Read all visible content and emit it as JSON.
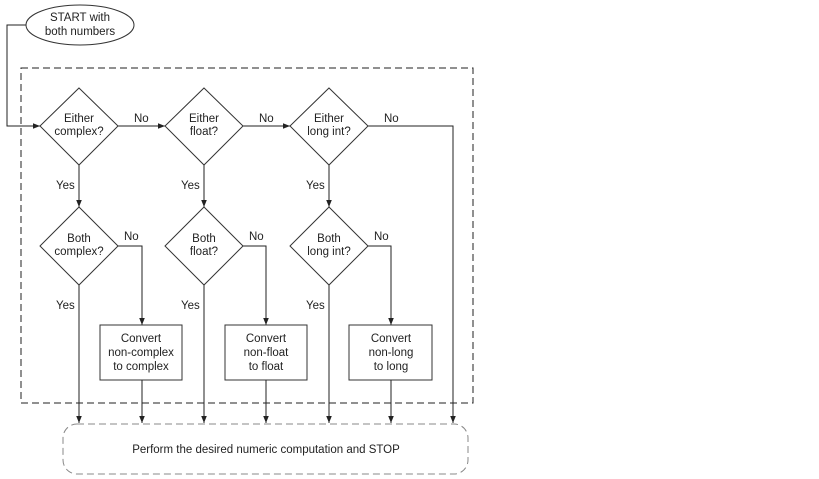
{
  "start": {
    "line1": "START with",
    "line2": "both numbers"
  },
  "columns": [
    {
      "either": [
        "Either",
        "complex?"
      ],
      "both": [
        "Both",
        "complex?"
      ],
      "convert": [
        "Convert",
        "non-complex",
        "to complex"
      ]
    },
    {
      "either": [
        "Either",
        "float?"
      ],
      "both": [
        "Both",
        "float?"
      ],
      "convert": [
        "Convert",
        "non-float",
        "to float"
      ]
    },
    {
      "either": [
        "Either",
        "long int?"
      ],
      "both": [
        "Both",
        "long int?"
      ],
      "convert": [
        "Convert",
        "non-long",
        "to long"
      ]
    }
  ],
  "labels": {
    "yes": "Yes",
    "no": "No"
  },
  "end": "Perform the desired numeric computation and STOP"
}
